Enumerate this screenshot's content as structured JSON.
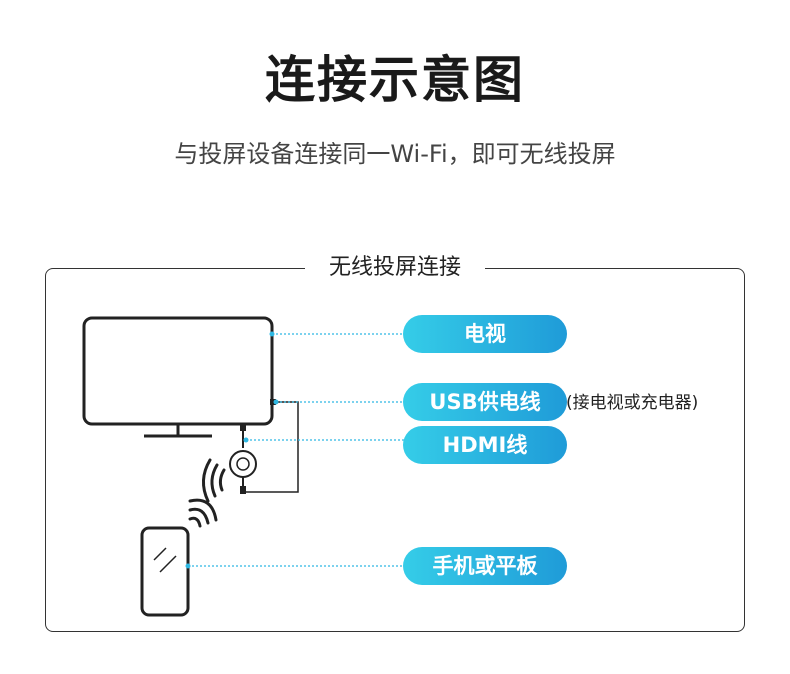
{
  "header": {
    "title": "连接示意图",
    "subtitle": "与投屏设备连接同一Wi-Fi，即可无线投屏"
  },
  "panel": {
    "title": "无线投屏连接"
  },
  "labels": {
    "tv": "电视",
    "usb": "USB供电线",
    "usb_note": "(接电视或充电器)",
    "hdmi": "HDMI线",
    "phone": "手机或平板"
  },
  "colors": {
    "pill_start": "#35cde8",
    "pill_end": "#1f9bd8",
    "leader_line": "#2fb8e3"
  },
  "icons": [
    "tv-icon",
    "hdmi-dongle-icon",
    "wifi-signal-icon",
    "phone-icon"
  ]
}
